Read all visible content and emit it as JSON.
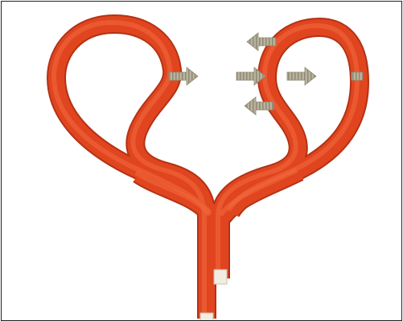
{
  "diagram": {
    "subject": "looped-tube-with-flow-arrows",
    "tube_color": "#e0451f",
    "tube_highlight_color": "#f26a3e",
    "tube_shadow_color": "#b33215",
    "arrow_color": "#b9b39c",
    "arrow_stripe_color": "#8f8a76",
    "frame_color": "#222222",
    "background_color": "#ffffff",
    "arrows": [
      {
        "id": "arrow-left-loop",
        "direction": "right"
      },
      {
        "id": "arrow-top-center",
        "direction": "left"
      },
      {
        "id": "arrow-center",
        "direction": "right"
      },
      {
        "id": "arrow-right-loop-inner",
        "direction": "right"
      },
      {
        "id": "arrow-lower-center",
        "direction": "left"
      },
      {
        "id": "arrow-right-edge",
        "direction": "right"
      }
    ],
    "tube_end_markers": [
      {
        "id": "stem-end-upper",
        "color": "#f3ece0"
      },
      {
        "id": "stem-end-lower",
        "color": "#f3ece0"
      }
    ]
  }
}
